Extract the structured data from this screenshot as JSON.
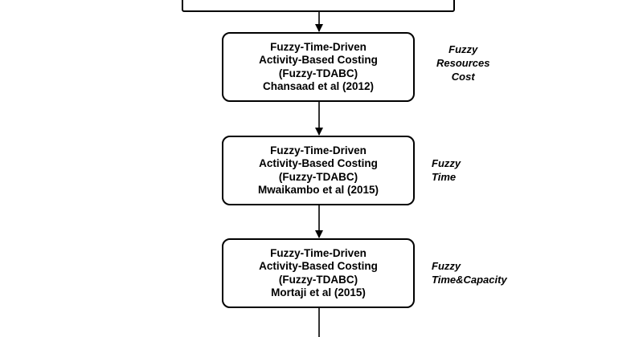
{
  "boxes": [
    {
      "lines": [
        "Fuzzy-Time-Driven",
        "Activity-Based Costing",
        "(Fuzzy-TDABC)",
        "Chansaad et al (2012)"
      ],
      "note": [
        "Fuzzy",
        "Resources",
        "Cost"
      ]
    },
    {
      "lines": [
        "Fuzzy-Time-Driven",
        "Activity-Based Costing",
        "(Fuzzy-TDABC)",
        "Mwaikambo et al (2015)"
      ],
      "note": [
        "Fuzzy",
        "Time"
      ]
    },
    {
      "lines": [
        "Fuzzy-Time-Driven",
        "Activity-Based Costing",
        "(Fuzzy-TDABC)",
        "Mortaji et al (2015)"
      ],
      "note": [
        "Fuzzy",
        "Time&Capacity"
      ]
    }
  ]
}
